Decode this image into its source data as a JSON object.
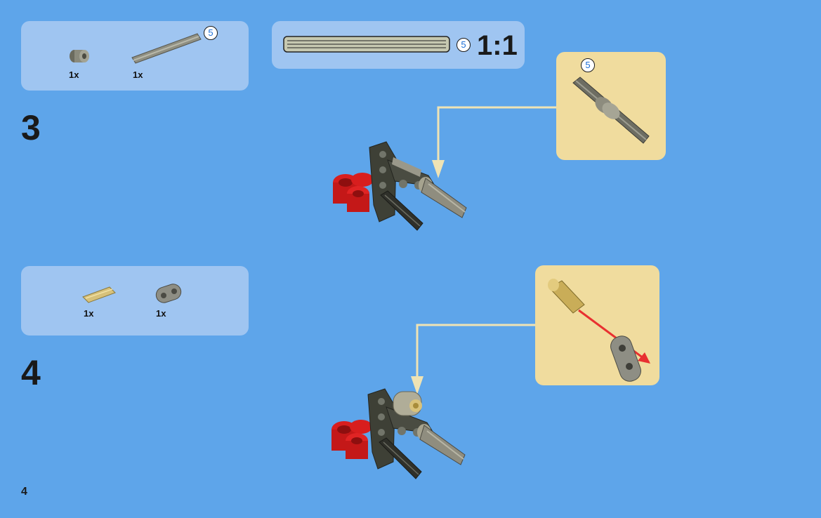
{
  "page_number": "4",
  "scale_label": "1:1",
  "axle_length": "5",
  "steps": [
    {
      "number": "3",
      "parts": [
        {
          "name": "bush",
          "qty": "1x"
        },
        {
          "name": "axle-5",
          "qty": "1x",
          "length": "5"
        }
      ],
      "callout_length": "5"
    },
    {
      "number": "4",
      "parts": [
        {
          "name": "axle-pin",
          "qty": "1x"
        },
        {
          "name": "beam-2",
          "qty": "1x"
        }
      ]
    }
  ],
  "colors": {
    "background": "#5ea5ea",
    "parts_box": "#9fc5f1",
    "callout": "#f0dc9e",
    "arrow_red": "#e83030",
    "guide_line": "#efe3b4"
  }
}
